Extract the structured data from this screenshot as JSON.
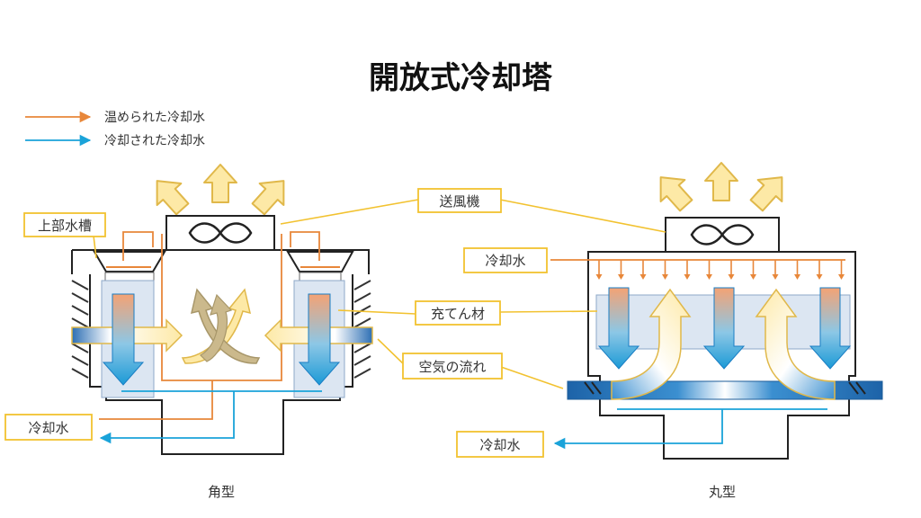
{
  "title": "開放式冷却塔",
  "legend": [
    {
      "label": "温められた冷却水",
      "color": "#e8873a"
    },
    {
      "label": "冷却された冷却水",
      "color": "#1aa3d9"
    }
  ],
  "callouts": {
    "blower": "送風機",
    "upper_tank": "上部水槽",
    "cooling_water_in": "冷却水",
    "fill": "充てん材",
    "airflow": "空気の流れ",
    "cooling_water_left": "冷却水",
    "cooling_water_right_out": "冷却水"
  },
  "captions": {
    "left": "角型",
    "right": "丸型"
  },
  "colors": {
    "warm": "#e8873a",
    "cool": "#1aa3d9",
    "callout_border": "#f2c230",
    "air_arrow_fill": "#fde9a6",
    "air_arrow_stroke": "#e0b84a",
    "swirl_fill": "#cbb98c",
    "fill_panel": "#dce6f2",
    "outline": "#222222"
  },
  "icons": [
    "fan-icon",
    "upward-air-arrow",
    "downward-water-arrow",
    "swirl-air-arrow"
  ]
}
